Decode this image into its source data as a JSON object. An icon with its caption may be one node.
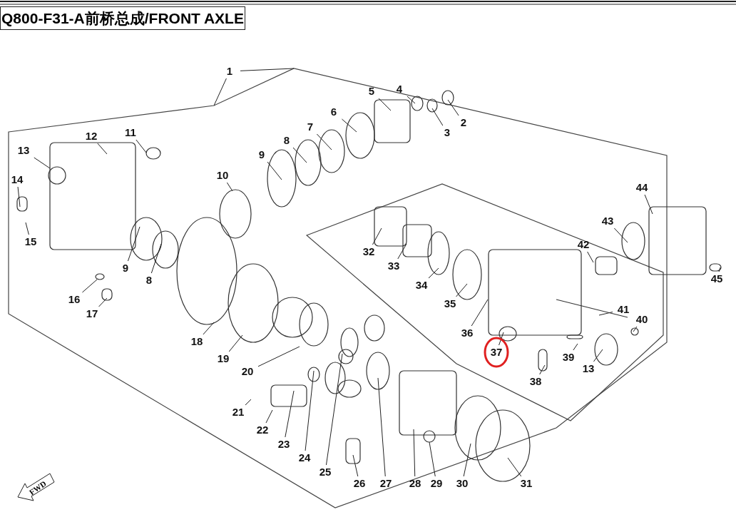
{
  "diagram": {
    "title": "Q800-F31-A前桥总成/FRONT AXLE",
    "nodes": [
      {
        "text": [
          "1"
        ]
      },
      {
        "text": [
          "2"
        ]
      },
      {
        "text": [
          "3"
        ]
      },
      {
        "text": [
          "4"
        ]
      },
      {
        "text": [
          "5"
        ]
      },
      {
        "text": [
          "6"
        ]
      },
      {
        "text": [
          "7"
        ]
      },
      {
        "text": [
          "8"
        ]
      },
      {
        "text": [
          "9"
        ]
      },
      {
        "text": [
          "10"
        ]
      },
      {
        "text": [
          "11"
        ]
      },
      {
        "text": [
          "12"
        ]
      },
      {
        "text": [
          "13"
        ]
      },
      {
        "text": [
          "14"
        ]
      },
      {
        "text": [
          "15"
        ]
      },
      {
        "text": [
          "9"
        ]
      },
      {
        "text": [
          "8"
        ]
      },
      {
        "text": [
          "16"
        ]
      },
      {
        "text": [
          "17"
        ]
      },
      {
        "text": [
          "18"
        ]
      },
      {
        "text": [
          "19"
        ]
      },
      {
        "text": [
          "20"
        ]
      },
      {
        "text": [
          "21"
        ]
      },
      {
        "text": [
          "22"
        ]
      },
      {
        "text": [
          "23"
        ]
      },
      {
        "text": [
          "24"
        ]
      },
      {
        "text": [
          "25"
        ]
      },
      {
        "text": [
          "26"
        ]
      },
      {
        "text": [
          "27"
        ]
      },
      {
        "text": [
          "28"
        ]
      },
      {
        "text": [
          "29"
        ]
      },
      {
        "text": [
          "30"
        ]
      },
      {
        "text": [
          "31"
        ]
      },
      {
        "text": [
          "32"
        ]
      },
      {
        "text": [
          "33"
        ]
      },
      {
        "text": [
          "34"
        ]
      },
      {
        "text": [
          "35"
        ]
      },
      {
        "text": [
          "36"
        ]
      },
      {
        "text": [
          "37"
        ]
      },
      {
        "text": [
          "38"
        ]
      },
      {
        "text": [
          "39"
        ]
      },
      {
        "text": [
          "13"
        ]
      },
      {
        "text": [
          "40"
        ]
      },
      {
        "text": [
          "41"
        ]
      },
      {
        "text": [
          "42"
        ]
      },
      {
        "text": [
          "43"
        ]
      },
      {
        "text": [
          "44"
        ]
      },
      {
        "text": [
          "45"
        ]
      }
    ],
    "edges": [
      {
        "from": 0,
        "to": null,
        "arrow": "none"
      },
      {
        "from": 0,
        "to": null,
        "arrow": "none"
      },
      {
        "from": 1,
        "to": null,
        "arrow": "none"
      },
      {
        "from": 2,
        "to": null,
        "arrow": "none"
      },
      {
        "from": 3,
        "to": null,
        "arrow": "none"
      },
      {
        "from": 4,
        "to": null,
        "arrow": "none"
      },
      {
        "from": 5,
        "to": null,
        "arrow": "none"
      },
      {
        "from": 6,
        "to": null,
        "arrow": "none"
      },
      {
        "from": 7,
        "to": null,
        "arrow": "none"
      },
      {
        "from": 8,
        "to": null,
        "arrow": "none"
      },
      {
        "from": 9,
        "to": null,
        "arrow": "none"
      },
      {
        "from": 10,
        "to": null,
        "arrow": "none"
      },
      {
        "from": 11,
        "to": null,
        "arrow": "none"
      },
      {
        "from": 12,
        "to": null,
        "arrow": "none"
      },
      {
        "from": 13,
        "to": null,
        "arrow": "none"
      },
      {
        "from": 14,
        "to": null,
        "arrow": "none"
      },
      {
        "from": 15,
        "to": null,
        "arrow": "none"
      },
      {
        "from": 16,
        "to": null,
        "arrow": "none"
      },
      {
        "from": 17,
        "to": null,
        "arrow": "none"
      },
      {
        "from": 18,
        "to": null,
        "arrow": "none"
      },
      {
        "from": 19,
        "to": null,
        "arrow": "none"
      },
      {
        "from": 20,
        "to": null,
        "arrow": "none"
      },
      {
        "from": 21,
        "to": null,
        "arrow": "none"
      },
      {
        "from": 22,
        "to": null,
        "arrow": "none"
      },
      {
        "from": 23,
        "to": null,
        "arrow": "none"
      },
      {
        "from": 24,
        "to": null,
        "arrow": "none"
      },
      {
        "from": 25,
        "to": null,
        "arrow": "none"
      },
      {
        "from": 26,
        "to": null,
        "arrow": "none"
      },
      {
        "from": 27,
        "to": null,
        "arrow": "none"
      },
      {
        "from": 28,
        "to": null,
        "arrow": "none"
      },
      {
        "from": 29,
        "to": null,
        "arrow": "none"
      },
      {
        "from": 30,
        "to": null,
        "arrow": "none"
      },
      {
        "from": 31,
        "to": null,
        "arrow": "none"
      },
      {
        "from": 32,
        "to": null,
        "arrow": "none"
      },
      {
        "from": 33,
        "to": null,
        "arrow": "none"
      },
      {
        "from": 34,
        "to": null,
        "arrow": "none"
      },
      {
        "from": 35,
        "to": null,
        "arrow": "none"
      },
      {
        "from": 36,
        "to": null,
        "arrow": "none"
      },
      {
        "from": 37,
        "to": null,
        "arrow": "none"
      },
      {
        "from": 38,
        "to": null,
        "arrow": "none"
      },
      {
        "from": 39,
        "to": null,
        "arrow": "none"
      },
      {
        "from": 40,
        "to": null,
        "arrow": "none"
      },
      {
        "from": 41,
        "to": null,
        "arrow": "none"
      },
      {
        "from": 42,
        "to": null,
        "arrow": "none"
      },
      {
        "from": 43,
        "to": null,
        "arrow": "none"
      },
      {
        "from": 44,
        "to": null,
        "arrow": "none"
      },
      {
        "from": 45,
        "to": null,
        "arrow": "none"
      },
      {
        "from": 46,
        "to": null,
        "arrow": "none"
      },
      {
        "from": 47,
        "to": null,
        "arrow": "none"
      }
    ],
    "labels": [
      "FWD"
    ]
  }
}
